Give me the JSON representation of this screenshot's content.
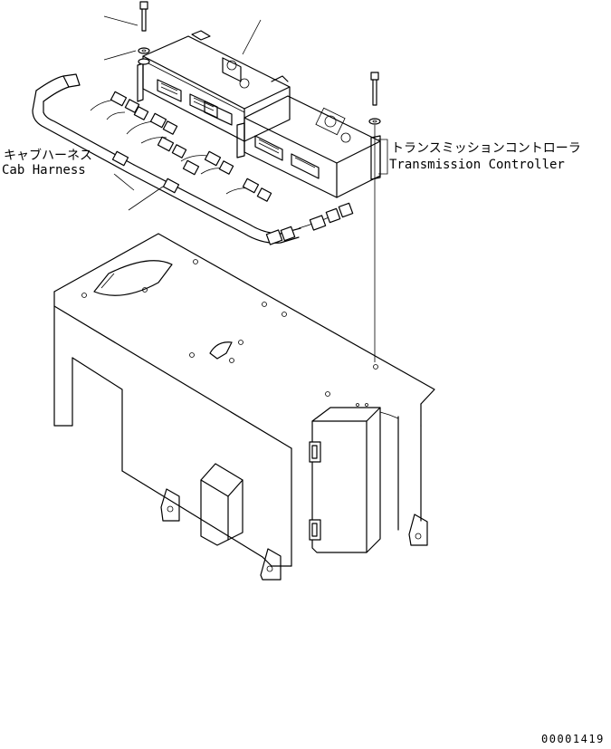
{
  "labels": {
    "cab_harness_jp": "キャブハーネス",
    "cab_harness_en": "Cab Harness",
    "controller_jp": "トランスミッションコントローラ",
    "controller_en": "Transmission Controller"
  },
  "drawing_number": "00001419"
}
